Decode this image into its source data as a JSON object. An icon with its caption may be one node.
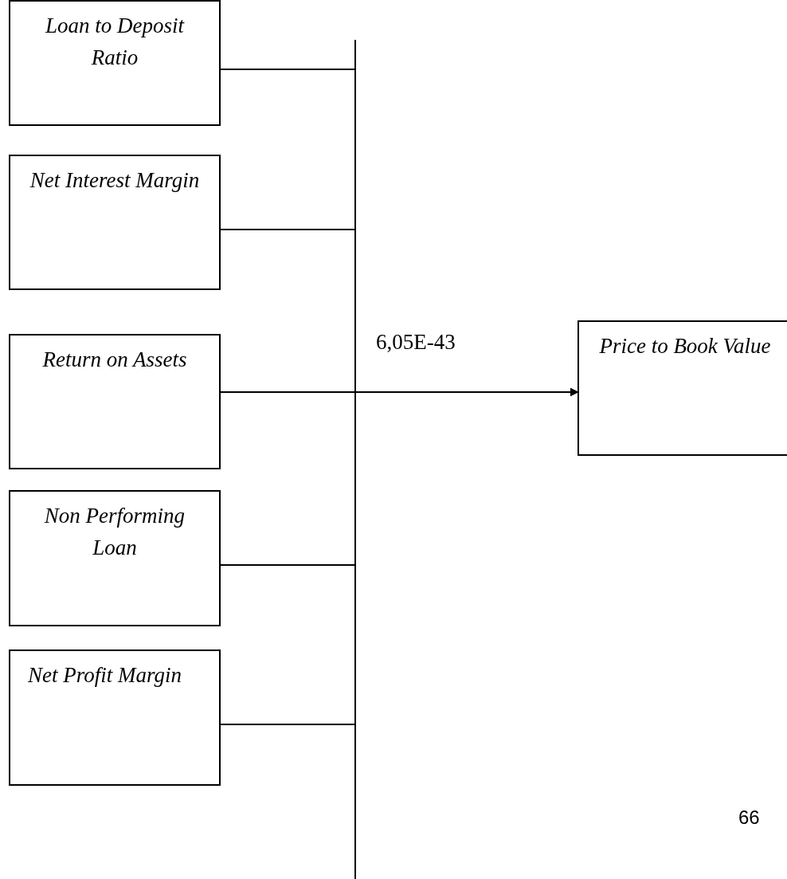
{
  "diagram": {
    "nodes": [
      {
        "text": [
          "Loan to Deposit Ratio"
        ]
      },
      {
        "text": [
          "Net Interest Margin"
        ]
      },
      {
        "text": [
          "Return on Assets"
        ]
      },
      {
        "text": [
          "Non Performing Loan"
        ]
      },
      {
        "text": [
          "Net Profit Margin"
        ]
      },
      {
        "text": [
          "Price to Book Value"
        ]
      }
    ],
    "edges": [
      {
        "from": 0,
        "to": 5,
        "arrow": "to"
      },
      {
        "from": 1,
        "to": 5,
        "arrow": "to"
      },
      {
        "from": 2,
        "to": 5,
        "arrow": "to",
        "label": "6,05E-43"
      },
      {
        "from": 3,
        "to": 5,
        "arrow": "to"
      },
      {
        "from": 4,
        "to": 5,
        "arrow": "to"
      }
    ],
    "labels": [
      "66"
    ]
  }
}
